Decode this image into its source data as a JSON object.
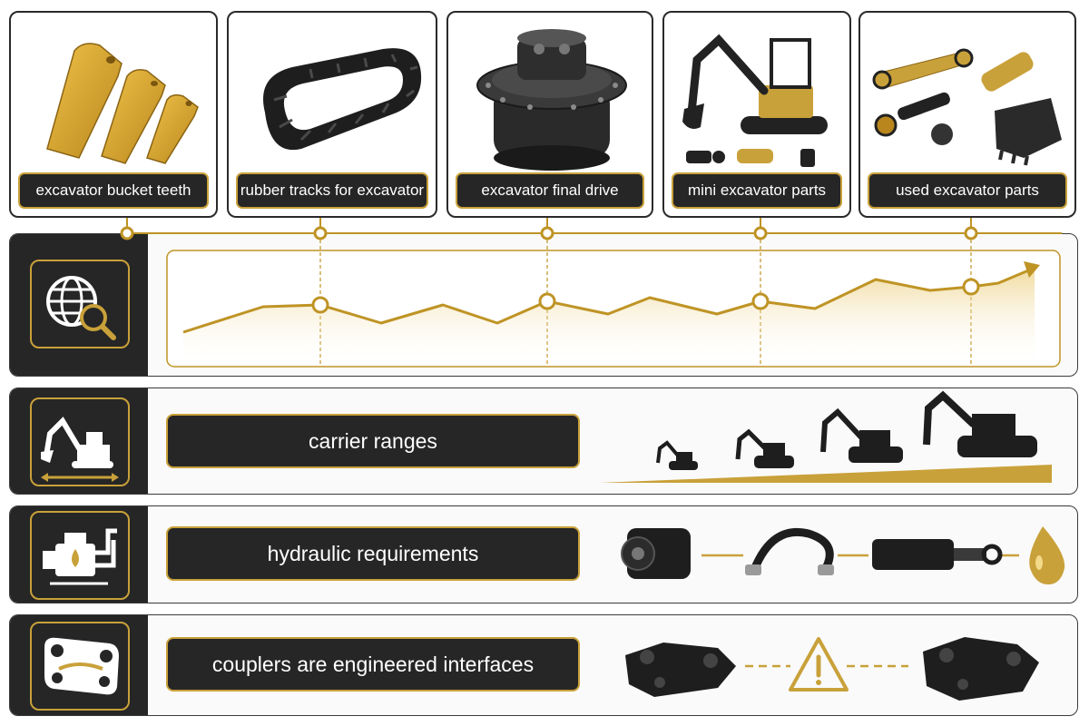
{
  "categories": [
    {
      "label": "excavator bucket teeth",
      "icon": "bucket-teeth-image"
    },
    {
      "label": "rubber tracks for excavator",
      "icon": "rubber-track-image"
    },
    {
      "label": "excavator final drive",
      "icon": "final-drive-image"
    },
    {
      "label": "mini excavator parts",
      "icon": "mini-excavator-image"
    },
    {
      "label": "used excavator parts",
      "icon": "used-parts-image"
    }
  ],
  "rows": [
    {
      "id": "search",
      "icon": "globe-search-icon"
    },
    {
      "id": "carrier",
      "label": "carrier ranges",
      "icon": "excavator-range-icon"
    },
    {
      "id": "hydraulic",
      "label": "hydraulic requirements",
      "icon": "hydraulic-engine-icon"
    },
    {
      "id": "coupler",
      "label": "couplers are engineered interfaces",
      "icon": "coupler-plate-icon"
    }
  ],
  "colors": {
    "accent": "#c9a13a",
    "dark": "#262626",
    "line": "#bf9425"
  }
}
